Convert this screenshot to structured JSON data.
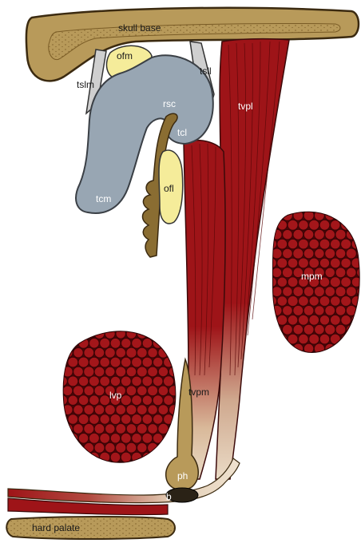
{
  "labels": {
    "skull_base": "skull base",
    "ofm": "ofm",
    "tslm": "tslm",
    "tsll": "tsll",
    "rsc": "rsc",
    "tcl": "tcl",
    "tvpl": "tvpl",
    "tcm": "tcm",
    "ofl": "ofl",
    "mpm": "mpm",
    "lvp": "lvp",
    "tvpm": "tvpm",
    "ph": "ph",
    "b": "b",
    "hard_palate": "hard palate"
  },
  "colors": {
    "bone": "#b89a5a",
    "bone_dark": "#8a6d32",
    "cartilage": "#98a6b3",
    "fat": "#f5ec9a",
    "muscle": "#9e1418",
    "muscle_dark": "#6b0a0d",
    "tendon": "#e8d5b8",
    "ligament": "#c9c9c9"
  }
}
